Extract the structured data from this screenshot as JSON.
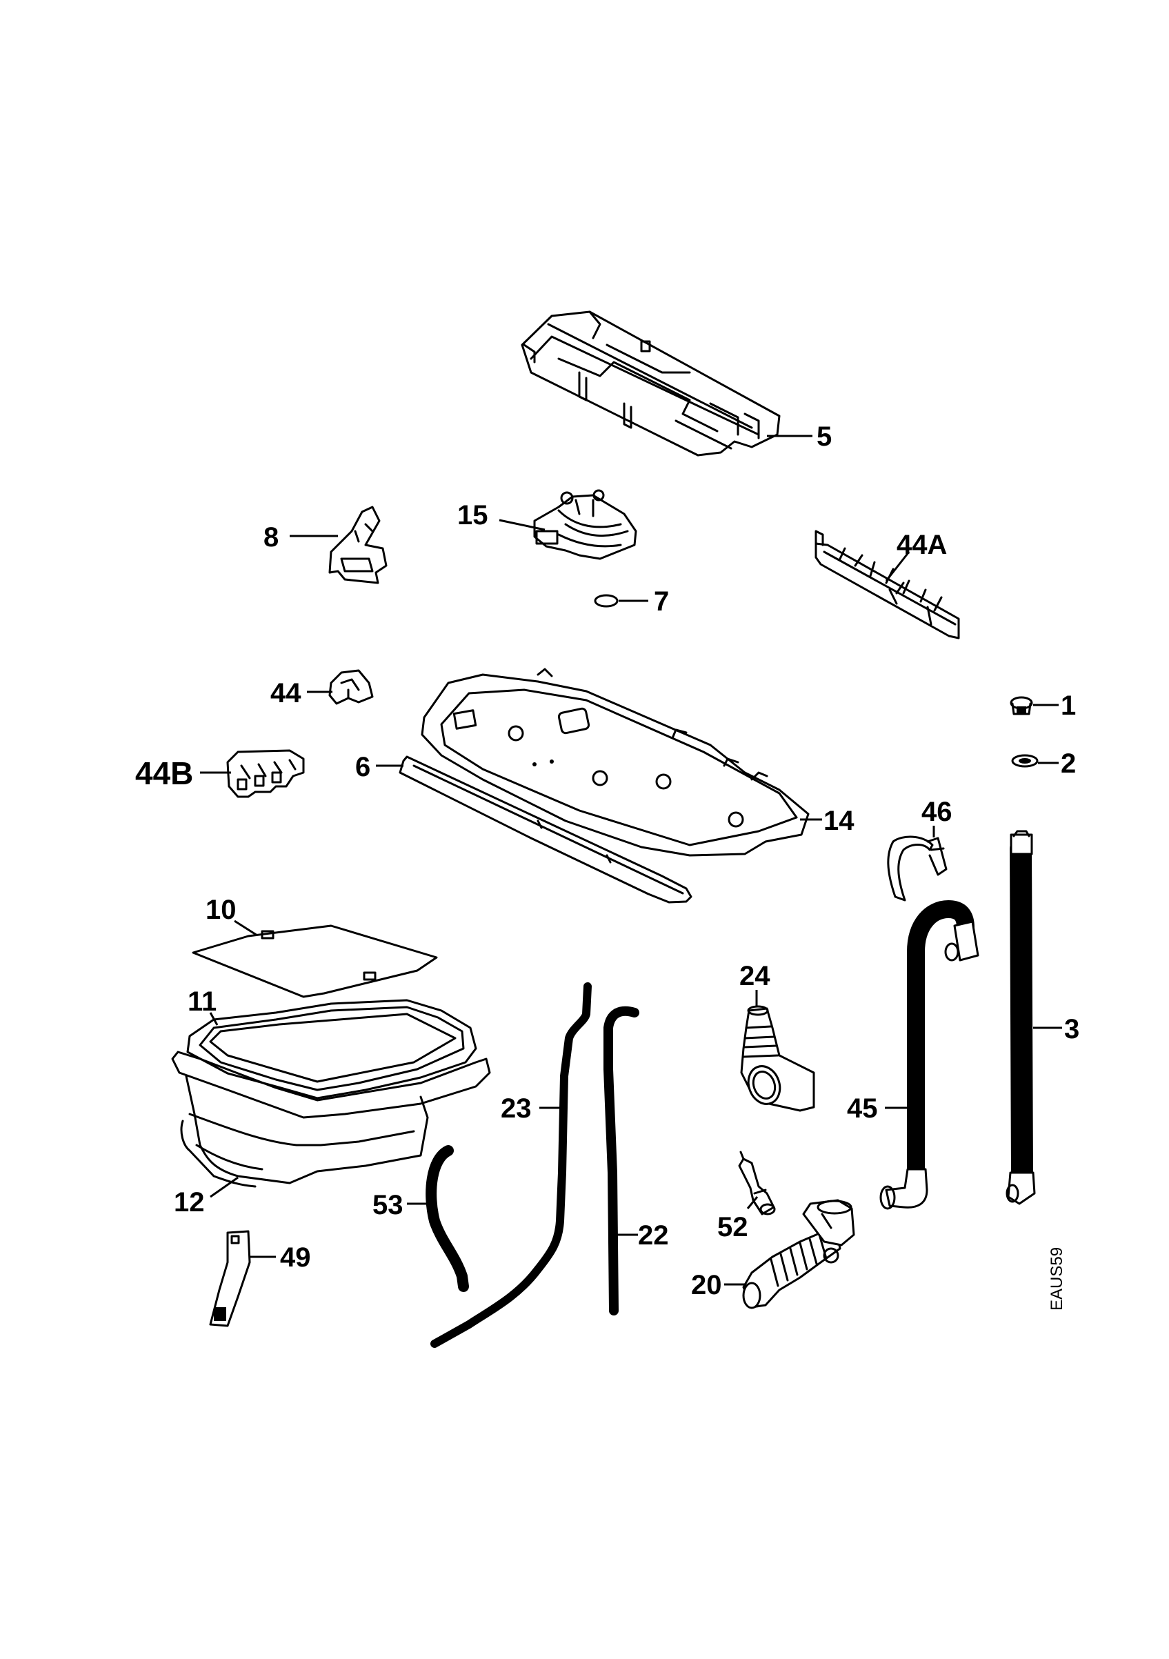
{
  "diagram": {
    "drawing_code": "EAUS59",
    "parts": [
      {
        "id": "p5",
        "label": "5"
      },
      {
        "id": "p15",
        "label": "15"
      },
      {
        "id": "p8",
        "label": "8"
      },
      {
        "id": "p44A",
        "label": "44A"
      },
      {
        "id": "p7",
        "label": "7"
      },
      {
        "id": "p44",
        "label": "44"
      },
      {
        "id": "p1",
        "label": "1"
      },
      {
        "id": "p44B",
        "label": "44B"
      },
      {
        "id": "p6",
        "label": "6"
      },
      {
        "id": "p2",
        "label": "2"
      },
      {
        "id": "p14",
        "label": "14"
      },
      {
        "id": "p46",
        "label": "46"
      },
      {
        "id": "p10",
        "label": "10"
      },
      {
        "id": "p11",
        "label": "11"
      },
      {
        "id": "p24",
        "label": "24"
      },
      {
        "id": "p3",
        "label": "3"
      },
      {
        "id": "p23",
        "label": "23"
      },
      {
        "id": "p45",
        "label": "45"
      },
      {
        "id": "p12",
        "label": "12"
      },
      {
        "id": "p53",
        "label": "53"
      },
      {
        "id": "p52",
        "label": "52"
      },
      {
        "id": "p22",
        "label": "22"
      },
      {
        "id": "p49",
        "label": "49"
      },
      {
        "id": "p20",
        "label": "20"
      }
    ]
  }
}
